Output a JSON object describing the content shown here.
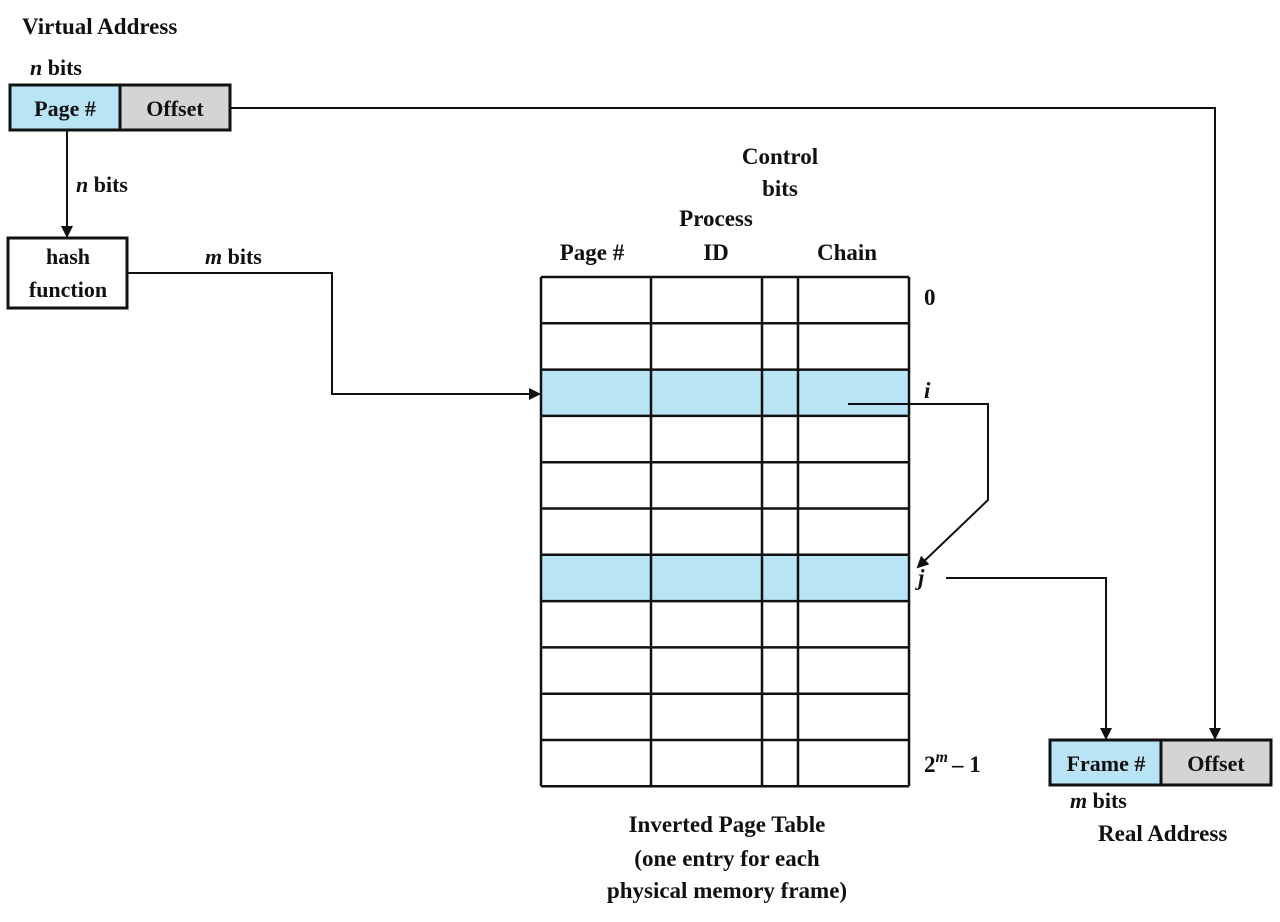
{
  "colors": {
    "page_field": "#b9e4f5",
    "offset_field": "#d4d4d4",
    "highlight_row": "#b9e4f5",
    "ink": "#111111"
  },
  "virtual_address": {
    "title": "Virtual Address",
    "bits_var": "n",
    "bits_word": "bits",
    "page_field": "Page #",
    "offset_field": "Offset"
  },
  "hash": {
    "input_bits_var": "n",
    "input_bits_word": "bits",
    "line1": "hash",
    "line2": "function",
    "output_bits_var": "m",
    "output_bits_word": "bits"
  },
  "table": {
    "header_control_1": "Control",
    "header_control_2": "bits",
    "header_process_1": "Process",
    "header_process_2": "ID",
    "header_page": "Page #",
    "header_chain": "Chain",
    "row_label_first": "0",
    "row_label_i": "i",
    "row_label_j": "j",
    "row_label_last_base": "2",
    "row_label_last_exp": "m",
    "row_label_last_tail": "– 1",
    "rows": 11,
    "highlighted_rows": [
      2,
      6
    ],
    "caption_1": "Inverted Page Table",
    "caption_2": "(one entry for each",
    "caption_3": "physical memory frame)"
  },
  "real_address": {
    "frame_field": "Frame #",
    "offset_field": "Offset",
    "bits_var": "m",
    "bits_word": "bits",
    "title": "Real Address"
  }
}
